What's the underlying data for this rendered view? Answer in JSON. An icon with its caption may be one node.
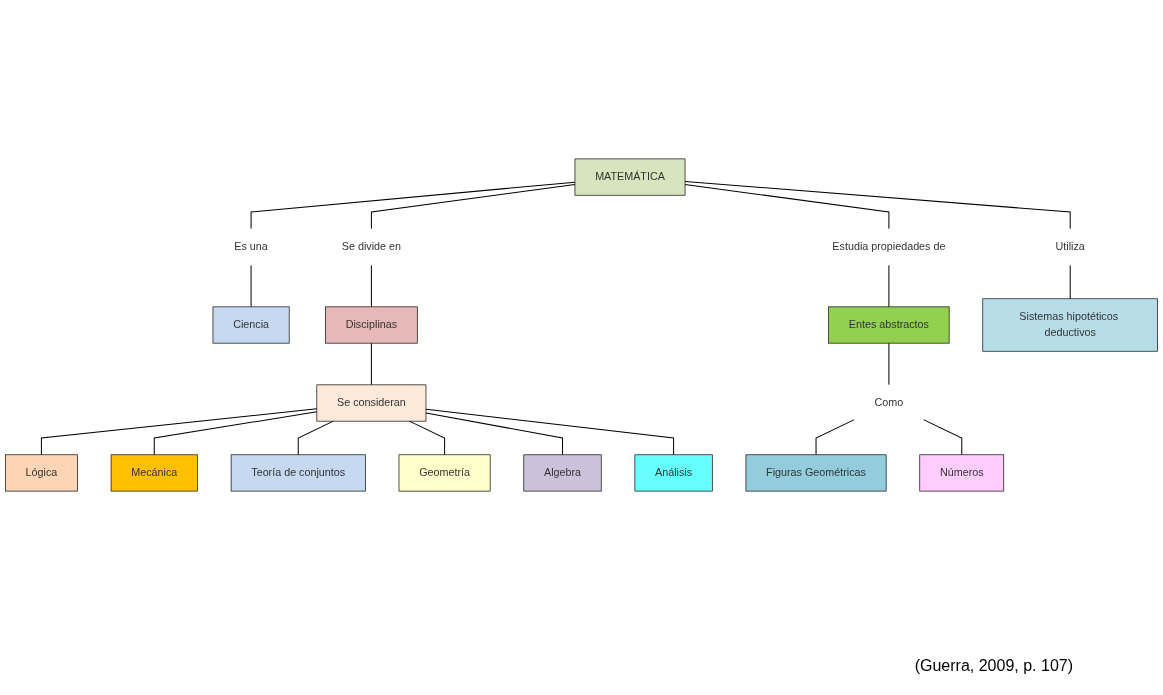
{
  "diagram": {
    "nodes": [
      {
        "text": [
          "MATEMÁTICA"
        ]
      },
      {
        "text": [
          "Es una"
        ]
      },
      {
        "text": [
          "Se divide en"
        ]
      },
      {
        "text": [
          "Estudia propiedades de"
        ]
      },
      {
        "text": [
          "Utiliza"
        ]
      },
      {
        "text": [
          "Ciencia"
        ]
      },
      {
        "text": [
          "Disciplinas"
        ]
      },
      {
        "text": [
          "Entes abstractos"
        ]
      },
      {
        "text": [
          "Sistemas hipotéticos deductivos"
        ]
      },
      {
        "text": [
          "Se consideran"
        ]
      },
      {
        "text": [
          "Como"
        ]
      },
      {
        "text": [
          "Figuras Geométricas"
        ]
      },
      {
        "text": [
          "Números"
        ]
      },
      {
        "text": [
          "Lógica"
        ]
      },
      {
        "text": [
          "Mecánica"
        ]
      },
      {
        "text": [
          "Teoría de conjuntos"
        ]
      },
      {
        "text": [
          "Geometría"
        ]
      },
      {
        "text": [
          "Algebra"
        ]
      },
      {
        "text": [
          "Análisis"
        ]
      }
    ],
    "edges": [
      {
        "from": 0,
        "to": 1,
        "arrow": "none"
      },
      {
        "from": 0,
        "to": 2,
        "arrow": "none"
      },
      {
        "from": 0,
        "to": 3,
        "arrow": "none"
      },
      {
        "from": 0,
        "to": 4,
        "arrow": "none"
      },
      {
        "from": 1,
        "to": 5,
        "arrow": "none"
      },
      {
        "from": 2,
        "to": 6,
        "arrow": "none"
      },
      {
        "from": 3,
        "to": 7,
        "arrow": "none"
      },
      {
        "from": 4,
        "to": 8,
        "arrow": "none"
      },
      {
        "from": 6,
        "to": 9,
        "arrow": "none"
      },
      {
        "from": 7,
        "to": 10,
        "arrow": "none"
      },
      {
        "from": 10,
        "to": 11,
        "arrow": "none"
      },
      {
        "from": 10,
        "to": 12,
        "arrow": "none"
      },
      {
        "from": 9,
        "to": 13,
        "arrow": "none"
      },
      {
        "from": 9,
        "to": 14,
        "arrow": "none"
      },
      {
        "from": 9,
        "to": 15,
        "arrow": "none"
      },
      {
        "from": 9,
        "to": 16,
        "arrow": "none"
      },
      {
        "from": 9,
        "to": 17,
        "arrow": "none"
      },
      {
        "from": 9,
        "to": 18,
        "arrow": "none"
      }
    ],
    "labels": [
      "(Guerra, 2009, p. 107)"
    ]
  }
}
